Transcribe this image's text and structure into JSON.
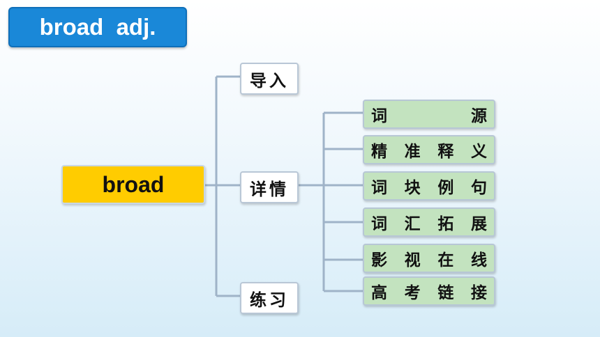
{
  "title": "broad  adj.",
  "root": "broad",
  "level1": [
    {
      "label": "导入"
    },
    {
      "label": "详情"
    },
    {
      "label": "练习"
    }
  ],
  "details": [
    {
      "label": "词源",
      "chars": [
        "词",
        "源"
      ]
    },
    {
      "label": "精准释义",
      "chars": [
        "精",
        "准",
        "释",
        "义"
      ]
    },
    {
      "label": "词块例句",
      "chars": [
        "词",
        "块",
        "例",
        "句"
      ]
    },
    {
      "label": "词汇拓展",
      "chars": [
        "词",
        "汇",
        "拓",
        "展"
      ]
    },
    {
      "label": "影视在线",
      "chars": [
        "影",
        "视",
        "在",
        "线"
      ]
    },
    {
      "label": "高考链接",
      "chars": [
        "高",
        "考",
        "链",
        "接"
      ]
    }
  ],
  "colors": {
    "title_bg": "#1a88d8",
    "root_bg": "#ffcc00",
    "detail_bg": "#c3e3bf",
    "connector": "#9fb3c8"
  }
}
